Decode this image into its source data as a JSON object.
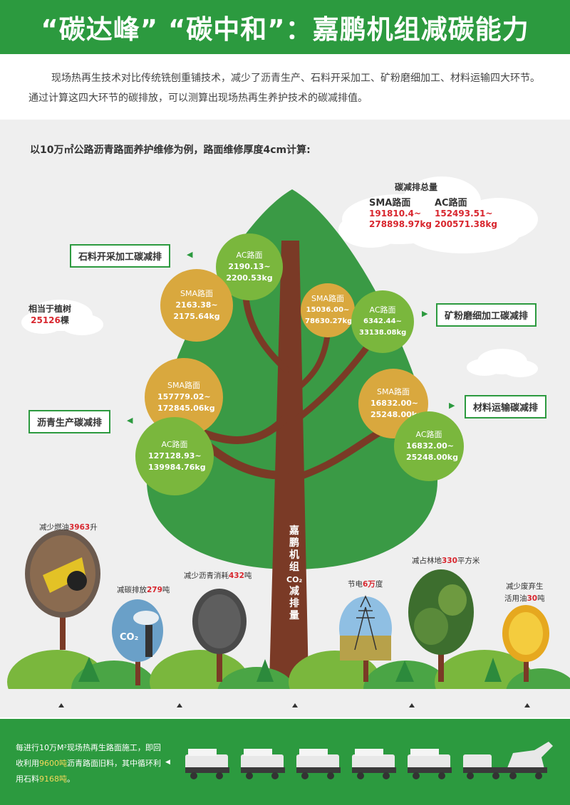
{
  "header": {
    "title": "“碳达峰” “碳中和”：嘉鹏机组减碳能力"
  },
  "intro": "现场热再生技术对比传统铣刨重铺技术，减少了沥青生产、石料开采加工、矿粉磨细加工、材料运输四大环节。通过计算这四大环节的碳排放，可以测算出现场热再生养护技术的碳减排值。",
  "subtitle": "以10万㎡公路沥青路面养护维修为例，路面维修厚度4cm计算:",
  "total": {
    "title": "碳减排总量",
    "sma_label": "SMA路面",
    "sma_value": "191810.4~ 278898.97kg",
    "ac_label": "AC路面",
    "ac_value": "152493.51~ 200571.38kg"
  },
  "plant": {
    "line1": "相当于植树",
    "count": "25126",
    "unit": "棵"
  },
  "sections": {
    "stone": {
      "label": "石料开采加工碳减排",
      "ac": {
        "title": "AC路面",
        "value": "2190.13~ 2200.53kg"
      },
      "sma": {
        "title": "SMA路面",
        "value": "2163.38~ 2175.64kg"
      }
    },
    "powder": {
      "label": "矿粉磨细加工碳减排",
      "sma": {
        "title": "SMA路面",
        "value": "15036.00~ 78630.27kg"
      },
      "ac": {
        "title": "AC路面",
        "value": "6342.44~ 33138.08kg"
      }
    },
    "asphalt": {
      "label": "沥青生产碳减排",
      "sma": {
        "title": "SMA路面",
        "value": "157779.02~ 172845.06kg"
      },
      "ac": {
        "title": "AC路面",
        "value": "127128.93~ 139984.76kg"
      }
    },
    "transport": {
      "label": "材料运输碳减排",
      "sma": {
        "title": "SMA路面",
        "value": "16832.00~ 25248.00kg"
      },
      "ac": {
        "title": "AC路面",
        "value": "16832.00~ 25248.00kg"
      }
    }
  },
  "trunk": [
    "嘉",
    "鹏",
    "机",
    "组",
    "CO₂",
    "减",
    "排",
    "量"
  ],
  "eco": {
    "fuel": {
      "pre": "减少燃油",
      "num": "3963",
      "post": "升"
    },
    "carbon": {
      "pre": "减碳排放",
      "num": "279",
      "post": "吨"
    },
    "asphalt": {
      "pre": "减少沥青消耗",
      "num": "432",
      "post": "吨"
    },
    "power": {
      "pre": "节电",
      "num": "6万",
      "post": "度"
    },
    "forest": {
      "pre": "减占林地",
      "num": "330",
      "post": "平方米"
    },
    "oil": {
      "pre1": "减少废弃生",
      "pre2": "活用油",
      "num": "30",
      "post": "吨"
    },
    "co2_mark": "CO₂"
  },
  "footer": {
    "p1": "每进行10万M²现场热再生路面施工，即回收利用",
    "n1": "9600吨",
    "p2": "沥青路面旧料，其中循环利用石料",
    "n2": "9168吨",
    "p3": "。"
  },
  "colors": {
    "brand_green": "#2c9a3f",
    "tree_green": "#3a9a45",
    "trunk_brown": "#7a3a26",
    "gold": "#d9a83e",
    "lime": "#7ab73d",
    "red": "#d8262e"
  }
}
